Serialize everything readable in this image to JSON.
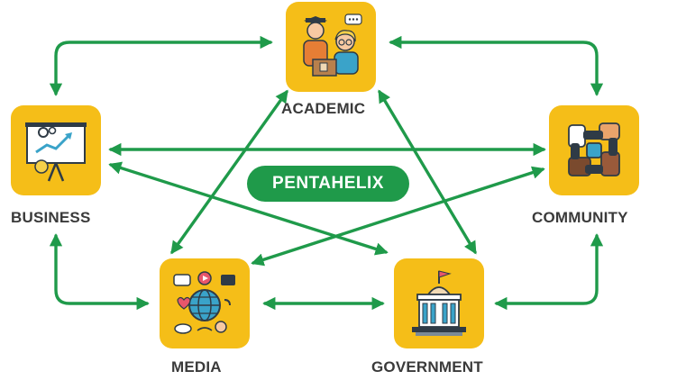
{
  "title": "PENTAHELIX",
  "nodes": {
    "academic": {
      "label": "ACADEMIC",
      "icon": "students-with-books-icon"
    },
    "business": {
      "label": "BUSINESS",
      "icon": "presentation-chart-icon"
    },
    "community": {
      "label": "COMMUNITY",
      "icon": "joined-hands-icon"
    },
    "media": {
      "label": "MEDIA",
      "icon": "globe-social-media-icon"
    },
    "government": {
      "label": "GOVERNMENT",
      "icon": "government-building-icon"
    }
  },
  "colors": {
    "arrow": "#1f9a4a",
    "node_fill": "#f5be18",
    "pill_fill": "#1f9a4a",
    "label_text": "#3a3a3a"
  }
}
